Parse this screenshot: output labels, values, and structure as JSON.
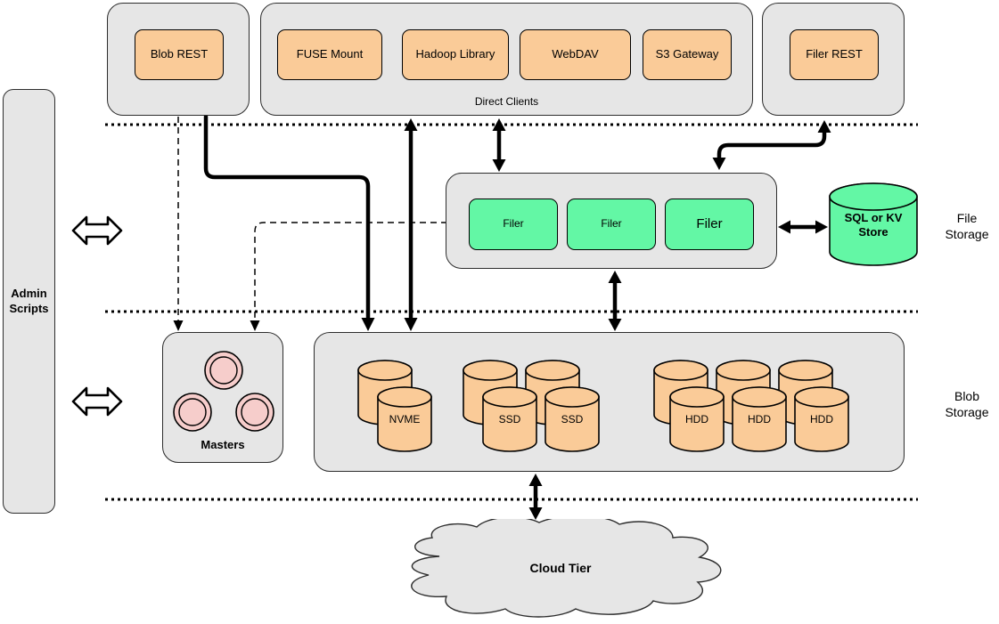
{
  "colors": {
    "container_gray": "#E6E6E6",
    "node_orange": "#FACB98",
    "node_green": "#63F7A5",
    "node_pink": "#F6CDCB",
    "outline": "#000000"
  },
  "top_row": {
    "blob_rest_label": "Blob REST",
    "direct_clients": {
      "group_label": "Direct Clients",
      "clients": [
        "FUSE Mount",
        "Hadoop Library",
        "WebDAV",
        "S3 Gateway"
      ]
    },
    "filer_rest_label": "Filer REST"
  },
  "left_panel": {
    "label": "Admin Scripts"
  },
  "file_storage_tier": {
    "filers": [
      "Filer",
      "Filer",
      "Filer"
    ],
    "kv_store_label": "SQL or KV Store",
    "tier_label": "File Storage"
  },
  "blob_storage_tier": {
    "masters_label": "Masters",
    "disk_groups": {
      "nvme": [
        "NVME"
      ],
      "ssd": [
        "SSD",
        "SSD"
      ],
      "hdd": [
        "HDD",
        "HDD",
        "HDD"
      ]
    },
    "tier_label": "Blob Storage"
  },
  "cloud_tier": {
    "label": "Cloud Tier"
  }
}
